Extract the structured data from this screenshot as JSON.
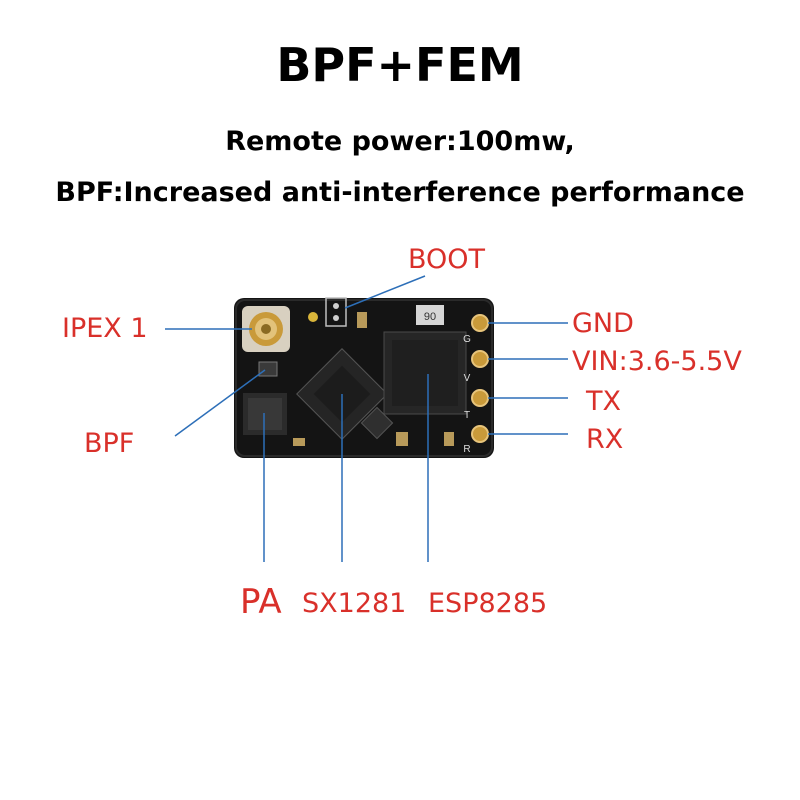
{
  "header": {
    "title": "BPF+FEM",
    "line1": "Remote power:100mw,",
    "line2": "BPF:Increased anti-interference performance"
  },
  "labels": {
    "boot": "BOOT",
    "ipex": "IPEX 1",
    "bpf": "BPF",
    "gnd": "GND",
    "vin": "VIN:3.6-5.5V",
    "tx": "TX",
    "rx": "RX",
    "pa": "PA",
    "sx1281": "SX1281",
    "esp8285": "ESP8285"
  },
  "board": {
    "pin_marks": [
      "G",
      "V",
      "T",
      "R"
    ],
    "module_mark": "90"
  },
  "colors": {
    "label_red": "#d9302a",
    "leader_blue": "#2d6fb8",
    "pcb_black": "#141414",
    "gold_pad": "#c99a3a"
  }
}
